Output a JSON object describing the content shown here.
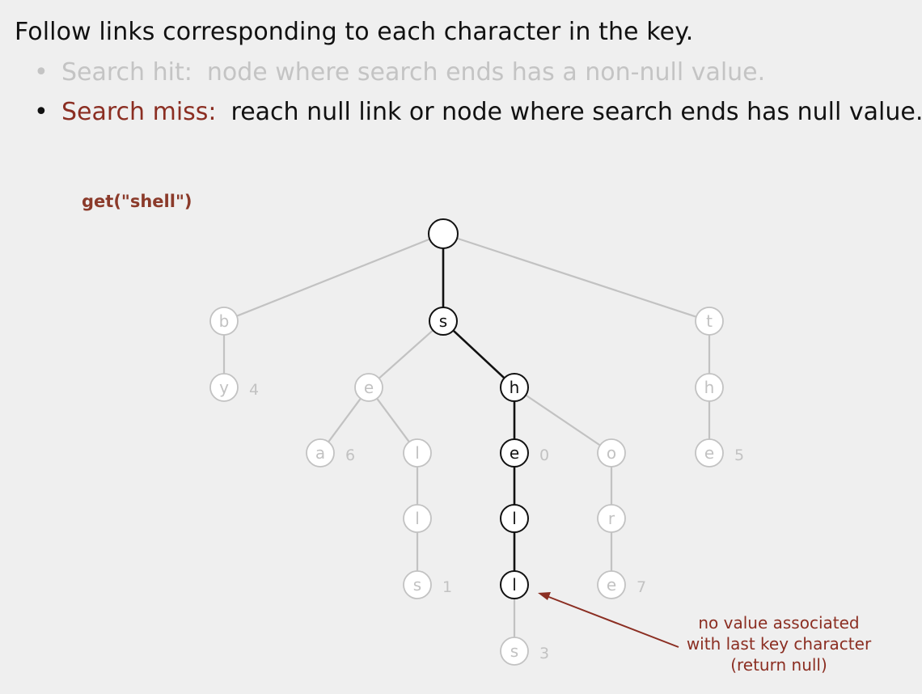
{
  "header": {
    "title": "Follow links corresponding to each character in the key."
  },
  "bullets": [
    {
      "term": "Search hit:",
      "text": "node where search ends has a non-null value."
    },
    {
      "term": "Search miss:",
      "text": "reach null link or node where search ends has null value."
    }
  ],
  "query": "get(\"shell\")",
  "annotation": {
    "lines": [
      "no value associated",
      "with last key character",
      "(return null)"
    ]
  },
  "colors": {
    "active": "#111111",
    "inactive": "#c2c2c2",
    "accent": "#8b2e22",
    "node_fill": "#ffffff"
  },
  "trie": {
    "nodes": [
      {
        "id": "root",
        "char": "",
        "value": "",
        "active": true
      },
      {
        "id": "b",
        "char": "b",
        "value": "",
        "active": false
      },
      {
        "id": "s",
        "char": "s",
        "value": "",
        "active": true
      },
      {
        "id": "t",
        "char": "t",
        "value": "",
        "active": false
      },
      {
        "id": "by",
        "char": "y",
        "value": "4",
        "active": false
      },
      {
        "id": "se",
        "char": "e",
        "value": "",
        "active": false
      },
      {
        "id": "sh",
        "char": "h",
        "value": "",
        "active": true
      },
      {
        "id": "th",
        "char": "h",
        "value": "",
        "active": false
      },
      {
        "id": "sea",
        "char": "a",
        "value": "6",
        "active": false
      },
      {
        "id": "sel",
        "char": "l",
        "value": "",
        "active": false
      },
      {
        "id": "she",
        "char": "e",
        "value": "0",
        "active": true
      },
      {
        "id": "sho",
        "char": "o",
        "value": "",
        "active": false
      },
      {
        "id": "the",
        "char": "e",
        "value": "5",
        "active": false
      },
      {
        "id": "sell",
        "char": "l",
        "value": "",
        "active": false
      },
      {
        "id": "shel",
        "char": "l",
        "value": "",
        "active": true
      },
      {
        "id": "shor",
        "char": "r",
        "value": "",
        "active": false
      },
      {
        "id": "sells",
        "char": "s",
        "value": "1",
        "active": false
      },
      {
        "id": "shell",
        "char": "l",
        "value": "",
        "active": true
      },
      {
        "id": "shore",
        "char": "e",
        "value": "7",
        "active": false
      },
      {
        "id": "shells",
        "char": "s",
        "value": "3",
        "active": false
      }
    ],
    "edges": [
      {
        "from": "root",
        "to": "b",
        "active": false
      },
      {
        "from": "root",
        "to": "s",
        "active": true
      },
      {
        "from": "root",
        "to": "t",
        "active": false
      },
      {
        "from": "b",
        "to": "by",
        "active": false
      },
      {
        "from": "s",
        "to": "se",
        "active": false
      },
      {
        "from": "s",
        "to": "sh",
        "active": true
      },
      {
        "from": "t",
        "to": "th",
        "active": false
      },
      {
        "from": "se",
        "to": "sea",
        "active": false
      },
      {
        "from": "se",
        "to": "sel",
        "active": false
      },
      {
        "from": "sh",
        "to": "she",
        "active": true
      },
      {
        "from": "sh",
        "to": "sho",
        "active": false
      },
      {
        "from": "th",
        "to": "the",
        "active": false
      },
      {
        "from": "sel",
        "to": "sell",
        "active": false
      },
      {
        "from": "she",
        "to": "shel",
        "active": true
      },
      {
        "from": "sho",
        "to": "shor",
        "active": false
      },
      {
        "from": "sell",
        "to": "sells",
        "active": false
      },
      {
        "from": "shel",
        "to": "shell",
        "active": true
      },
      {
        "from": "shor",
        "to": "shore",
        "active": false
      },
      {
        "from": "shell",
        "to": "shells",
        "active": false
      }
    ]
  }
}
